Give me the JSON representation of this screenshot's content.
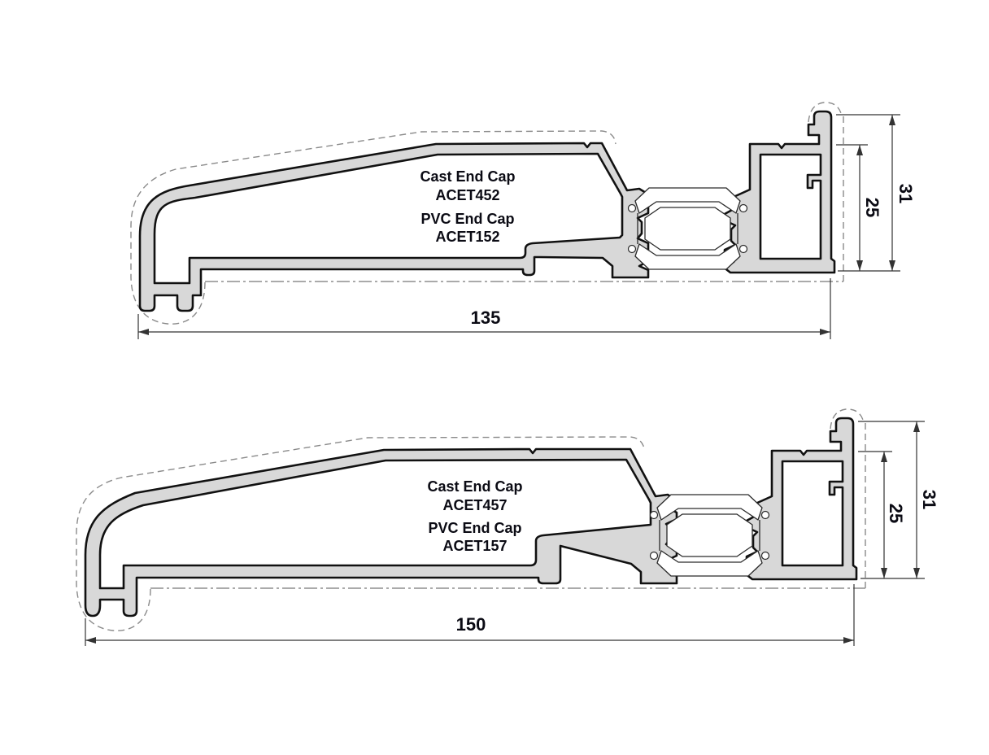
{
  "colors": {
    "background": "#ffffff",
    "aluminum": "#d8d8d8",
    "outline": "#111111",
    "thin_line": "#2a2a2a",
    "dashed": "#8a8a8a",
    "centerline": "#777777",
    "dimension": "#333333",
    "text": "#0b0b14"
  },
  "profiles": [
    {
      "id": "top",
      "cap_labels": {
        "cast_title": "Cast End Cap",
        "cast_code": "ACET452",
        "pvc_title": "PVC End Cap",
        "pvc_code": "ACET152"
      },
      "dimensions": {
        "overall_width": "135",
        "box_height": "25",
        "overall_height": "31"
      }
    },
    {
      "id": "bottom",
      "cap_labels": {
        "cast_title": "Cast End Cap",
        "cast_code": "ACET457",
        "pvc_title": "PVC End Cap",
        "pvc_code": "ACET157"
      },
      "dimensions": {
        "overall_width": "150",
        "box_height": "25",
        "overall_height": "31"
      }
    }
  ]
}
